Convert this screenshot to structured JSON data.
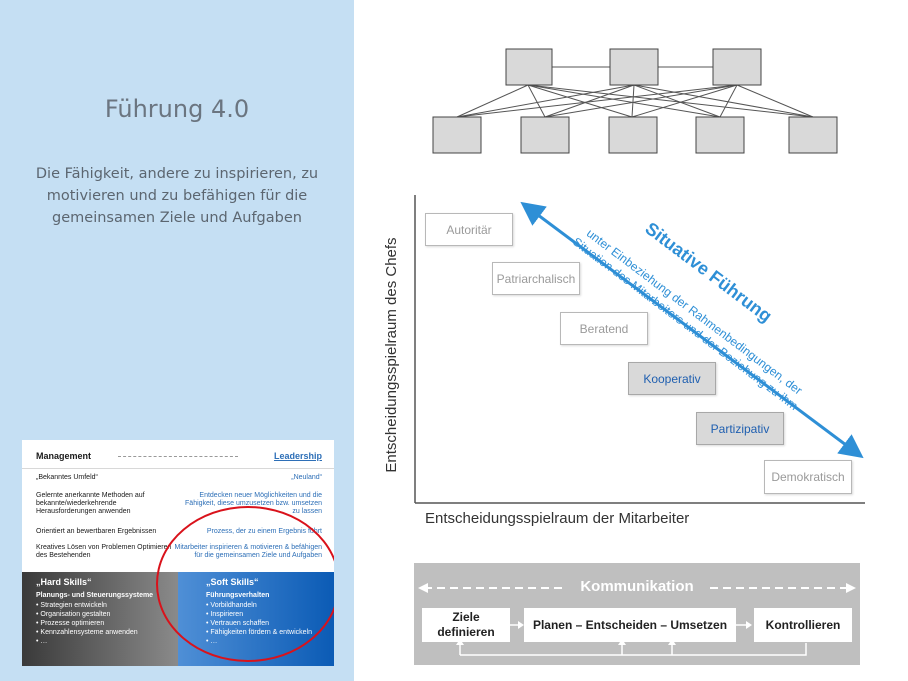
{
  "left": {
    "title": "Führung 4.0",
    "subtitle": "Die Fähigkeit, andere zu inspirieren, zu motivieren und zu befähigen für die gemeinsamen Ziele und Aufgaben"
  },
  "mini_slide": {
    "management": "Management",
    "leadership": "Leadership",
    "rows": [
      {
        "left": "„Bekanntes Umfeld“",
        "right": "„Neuland“"
      },
      {
        "left": "Gelernte anerkannte Methoden auf bekannte/wiederkehrende Herausforderungen anwenden",
        "right": "Entdecken neuer Möglichkeiten und die Fähigkeit, diese umzusetzen bzw. umsetzen zu lassen"
      },
      {
        "left": "Orientiert an bewertbaren Ergebnissen",
        "right": "Prozess, der zu einem Ergebnis führt"
      },
      {
        "left": "Kreatives Lösen von Problemen Optimieren des Bestehenden",
        "right": "Mitarbeiter inspirieren & motivieren & befähigen für die gemeinsamen Ziele und Aufgaben"
      }
    ],
    "hard": {
      "title": "„Hard Skills“",
      "heading": "Planungs- und Steuerungssysteme",
      "items": [
        "Strategien entwickeln",
        "Organisation gestalten",
        "Prozesse optimieren",
        "Kennzahlensysteme anwenden",
        "…"
      ]
    },
    "soft": {
      "title": "„Soft Skills“",
      "heading": "Führungsverhalten",
      "items": [
        "Vorbildhandeln",
        "Inspirieren",
        "Vertrauen schaffen",
        "Fähigkeiten fördern & entwickeln",
        "…"
      ]
    }
  },
  "styles_chart": {
    "y_label": "Entscheidungsspielraum des Chefs",
    "x_label": "Entscheidungsspielraum der Mitarbeiter",
    "styles": [
      "Autoritär",
      "Patriarchalisch",
      "Beratend",
      "Kooperativ",
      "Partizipativ",
      "Demokratisch"
    ],
    "situative_title": "Situative Führung",
    "situative_line1": "unter Einbeziehung der Rahmenbedingungen, der",
    "situative_line2": "Situation des Mitarbeiters und der Beziehung zu ihm"
  },
  "communication": {
    "title": "Kommunikation",
    "box1": "Ziele definieren",
    "box2": "Planen – Entscheiden – Umsetzen",
    "box3": "Kontrollieren"
  },
  "colors": {
    "panel": "#c5dff3",
    "accent_blue": "#2e8fd6",
    "circle_red": "#d9121b"
  }
}
